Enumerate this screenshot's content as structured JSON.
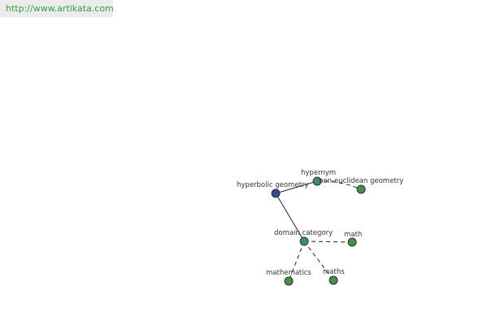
{
  "banner": {
    "url": "http://www.artikata.com"
  },
  "graph": {
    "colors": {
      "root": "#3a4a8c",
      "intermediate": "#3f8a7a",
      "leaf": "#4f8a4a"
    },
    "nodes": {
      "hyperbolic_geometry": "hyperbolic geometry",
      "hypernym": "hypernym",
      "non_euclidean_geometry": "non-euclidean geometry",
      "domain_category": "domain category",
      "math": "math",
      "mathematics": "mathematics",
      "maths": "maths"
    }
  }
}
